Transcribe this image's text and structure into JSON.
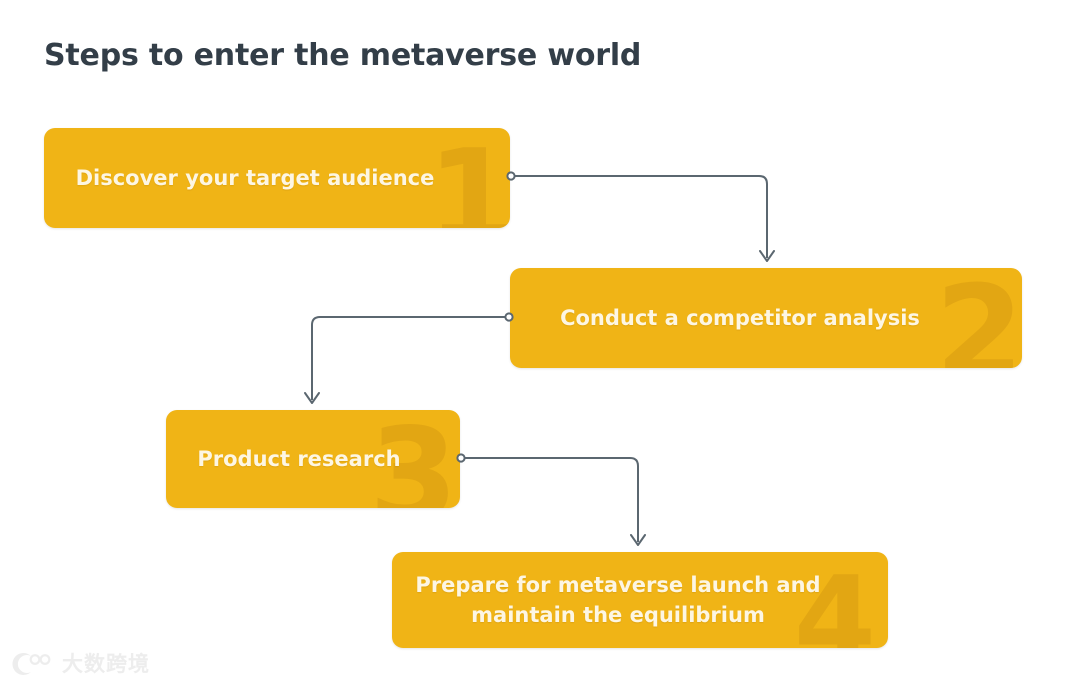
{
  "page": {
    "title": "Steps to enter the metaverse world",
    "background_color": "#ffffff",
    "title_color": "#333e48"
  },
  "theme": {
    "box_fill": "#F0B416",
    "box_text_color": "#FDF6E3",
    "number_watermark_color": "rgba(176,118,10,0.22)",
    "connector_color": "#5b6770",
    "watermark_color": "#ededed"
  },
  "flow": {
    "steps": [
      {
        "number": "1",
        "label": "Discover your target audience"
      },
      {
        "number": "2",
        "label": "Conduct a competitor analysis"
      },
      {
        "number": "3",
        "label": "Product research"
      },
      {
        "number": "4",
        "label": "Prepare for metaverse launch and\nmaintain the equilibrium"
      }
    ],
    "connections": [
      {
        "from": "1",
        "to": "2",
        "from_side": "right",
        "to_side": "top"
      },
      {
        "from": "2",
        "to": "3",
        "from_side": "left",
        "to_side": "top"
      },
      {
        "from": "3",
        "to": "4",
        "from_side": "right",
        "to_side": "top"
      }
    ]
  },
  "watermark": {
    "logo_name": "dashu-kuajing-logo",
    "text": "大数跨境"
  }
}
